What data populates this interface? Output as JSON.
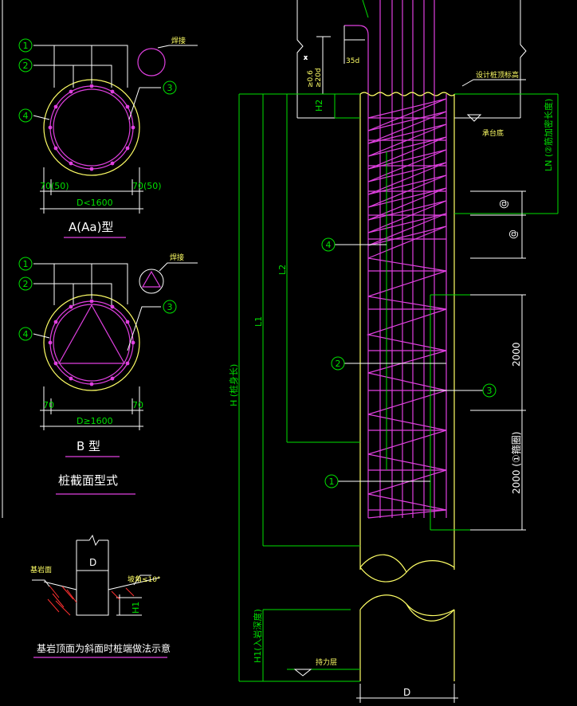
{
  "section_a": {
    "weld_label": "焊接",
    "cover_left": "70(50)",
    "cover_right": "70(50)",
    "diameter": "D<1600",
    "title": "A(Aa)型",
    "markers": [
      "1",
      "2",
      "4",
      "3"
    ]
  },
  "section_b": {
    "weld_label": "焊接",
    "cover_left": "70",
    "cover_right": "70",
    "diameter": "D≥1600",
    "title": "B  型",
    "markers": [
      "1",
      "2",
      "4",
      "3"
    ]
  },
  "caption": "桩截面型式",
  "slope_detail": {
    "left_label": "基岩面",
    "right_label": "坡角≤10°",
    "d_label": "D",
    "h_label": "H1",
    "title": "基岩顶面为斜面时桩端做法示意"
  },
  "elevation": {
    "anchor_top": "35d",
    "anchor_left_1": "≥0.6",
    "anchor_left_2": "≥20d",
    "cap_label": "设计桩顶标高",
    "cap_label2": "承台底",
    "h2": "H2",
    "ln": "LN (②筋加密长度)",
    "l1": "L1",
    "l2": "L2",
    "h_total": "H (桩身长)",
    "h1": "H1(入岩深度)",
    "rock_label": "持力层",
    "d_bottom": "D",
    "spacing_top": "@",
    "spacing_mid": "@",
    "dim_2000_a": "2000",
    "dim_2000_b": "2000 (①箍圈)",
    "markers": [
      "4",
      "2",
      "3",
      "1"
    ]
  }
}
